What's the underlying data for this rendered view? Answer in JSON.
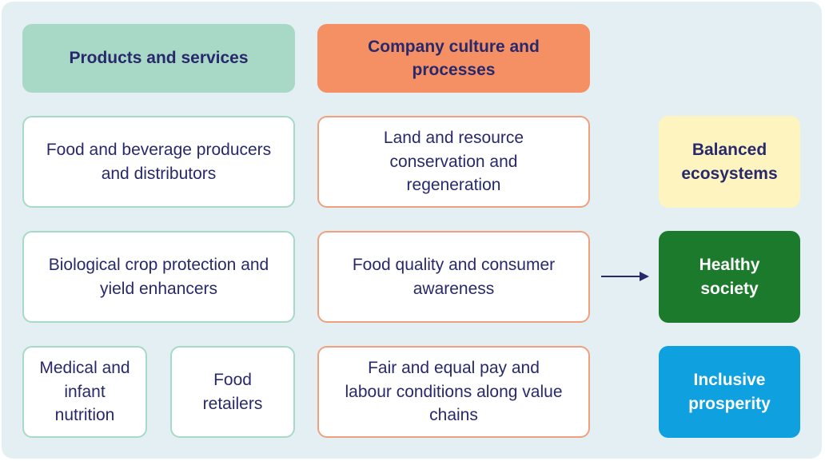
{
  "headers": {
    "products": "Products and services",
    "culture": "Company culture and processes"
  },
  "products": {
    "row1": "Food and beverage producers and distributors",
    "row2": "Biological crop protection and yield enhancers",
    "row3a": "Medical and infant nutrition",
    "row3b": "Food retailers"
  },
  "culture": {
    "row1": "Land and resource conservation and regeneration",
    "row2": "Food quality and consumer awareness",
    "row3": "Fair and equal pay and labour conditions along value chains"
  },
  "outcomes": {
    "balanced": "Balanced ecosystems",
    "healthy": "Healthy society",
    "inclusive": "Inclusive prosperity"
  },
  "icons": {
    "connector": "arrow-right-icon"
  },
  "colors": {
    "products_header": "#a8d8c6",
    "culture_header": "#f58f64",
    "balanced": "#fdf4c0",
    "healthy": "#1b7a2b",
    "inclusive": "#0fa0e0",
    "text": "#28296b"
  }
}
